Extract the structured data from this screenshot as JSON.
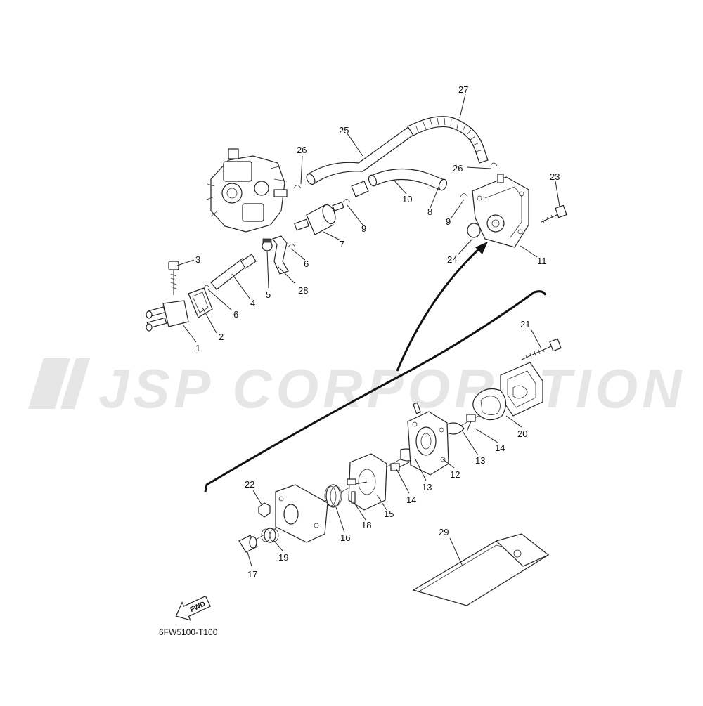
{
  "watermark": "JSP CORPORATION",
  "diagram_code": "6FW5100-T100",
  "fwd_label": "FWD",
  "callouts": [
    {
      "id": "c1",
      "text": "1"
    },
    {
      "id": "c2",
      "text": "2"
    },
    {
      "id": "c3",
      "text": "3"
    },
    {
      "id": "c4",
      "text": "4"
    },
    {
      "id": "c5",
      "text": "5"
    },
    {
      "id": "c6a",
      "text": "6"
    },
    {
      "id": "c6b",
      "text": "6"
    },
    {
      "id": "c7",
      "text": "7"
    },
    {
      "id": "c8",
      "text": "8"
    },
    {
      "id": "c9a",
      "text": "9"
    },
    {
      "id": "c9b",
      "text": "9"
    },
    {
      "id": "c10",
      "text": "10"
    },
    {
      "id": "c11",
      "text": "11"
    },
    {
      "id": "c12",
      "text": "12"
    },
    {
      "id": "c13a",
      "text": "13"
    },
    {
      "id": "c13b",
      "text": "13"
    },
    {
      "id": "c14a",
      "text": "14"
    },
    {
      "id": "c14b",
      "text": "14"
    },
    {
      "id": "c15",
      "text": "15"
    },
    {
      "id": "c16",
      "text": "16"
    },
    {
      "id": "c17",
      "text": "17"
    },
    {
      "id": "c18",
      "text": "18"
    },
    {
      "id": "c19",
      "text": "19"
    },
    {
      "id": "c20",
      "text": "20"
    },
    {
      "id": "c21",
      "text": "21"
    },
    {
      "id": "c22",
      "text": "22"
    },
    {
      "id": "c23",
      "text": "23"
    },
    {
      "id": "c24",
      "text": "24"
    },
    {
      "id": "c25",
      "text": "25"
    },
    {
      "id": "c26a",
      "text": "26"
    },
    {
      "id": "c26b",
      "text": "26"
    },
    {
      "id": "c27",
      "text": "27"
    },
    {
      "id": "c28",
      "text": "28"
    },
    {
      "id": "c29",
      "text": "29"
    }
  ]
}
